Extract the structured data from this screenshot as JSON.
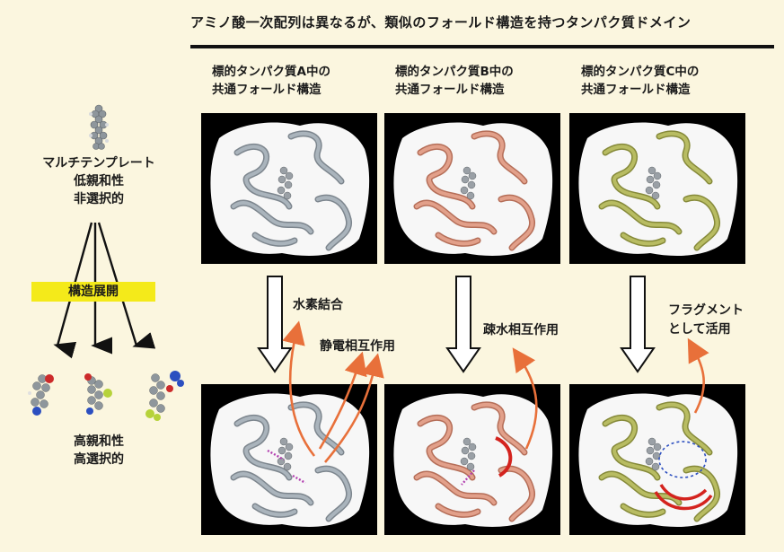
{
  "title": "アミノ酸一次配列は異なるが、類似のフォールド構造を持つタンパク質ドメイン",
  "columns": [
    {
      "line1": "標的タンパク質A中の",
      "line2": "共通フォールド構造"
    },
    {
      "line1": "標的タンパク質B中の",
      "line2": "共通フォールド構造"
    },
    {
      "line1": "標的タンパク質C中の",
      "line2": "共通フォールド構造"
    }
  ],
  "left": {
    "line1": "マルチテンプレート",
    "line2": "低親和性",
    "line3": "非選択的",
    "badge": "構造展開",
    "bottom1": "高親和性",
    "bottom2": "高選択的"
  },
  "interactions": {
    "hydrogen": "水素結合",
    "electrostatic": "静電相互作用",
    "hydrophobic": "疎水相互作用",
    "fragment1": "フラグメント",
    "fragment2": "として活用"
  },
  "colors": {
    "protein_a": "#aab4bc",
    "protein_b": "#e2a08a",
    "protein_c": "#b8bc62",
    "arrow_orange": "#e8703a",
    "badge": "#f4ea1a",
    "background": "#fbf6df"
  }
}
